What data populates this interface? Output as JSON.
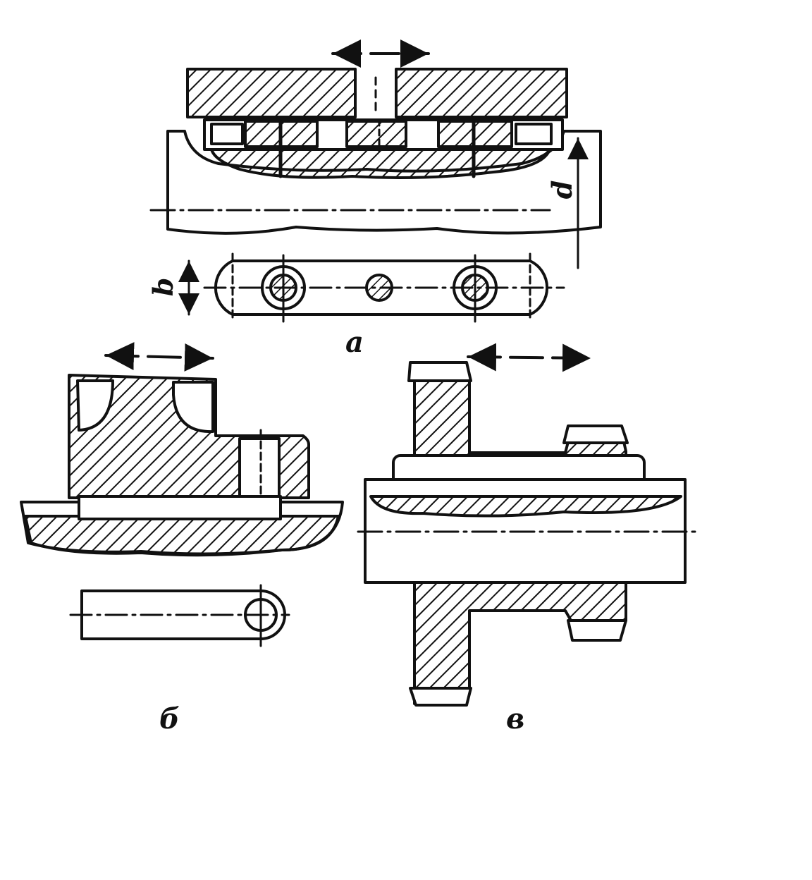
{
  "diagram": {
    "panels": [
      {
        "id": "a",
        "label": "а"
      },
      {
        "id": "b",
        "label": "б"
      },
      {
        "id": "v",
        "label": "в"
      }
    ],
    "dimensions": {
      "diameter": "d",
      "width": "b"
    },
    "colors": {
      "ink": "#111111",
      "paper": "#ffffff"
    }
  }
}
